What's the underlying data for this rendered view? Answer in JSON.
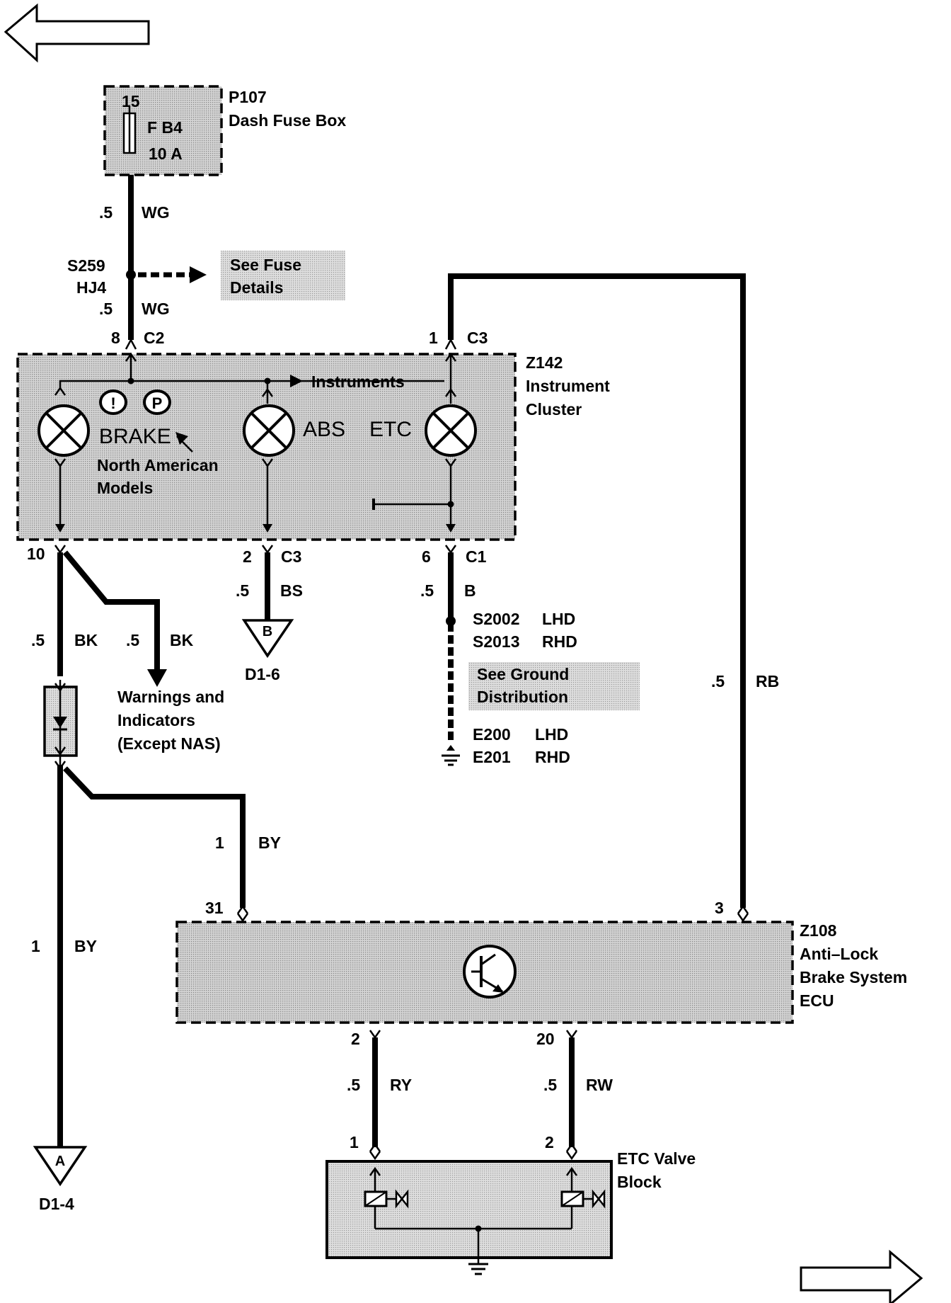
{
  "nav": {
    "prev_arrow": "arrow-left-icon",
    "next_arrow": "arrow-right-icon"
  },
  "fuse_box": {
    "pin": "15",
    "fuse": "F B4",
    "rating": "10 A",
    "id": "P107",
    "name": "Dash Fuse Box"
  },
  "wires": {
    "w1_size": ".5",
    "w1_color": "WG",
    "splice_id": "S259",
    "splice_code": "HJ4",
    "w2_size": ".5",
    "w2_color": "WG",
    "rb_size": ".5",
    "rb_color": "RB",
    "bk1_size": ".5",
    "bk1_color": "BK",
    "bk2_size": ".5",
    "bk2_color": "BK",
    "bs_size": ".5",
    "bs_color": "BS",
    "b_size": ".5",
    "b_color": "B",
    "by1_size": "1",
    "by1_color": "BY",
    "by2_size": "1",
    "by2_color": "BY",
    "ry_size": ".5",
    "ry_color": "RY",
    "rw_size": ".5",
    "rw_color": "RW"
  },
  "fuse_note": {
    "line1": "See Fuse",
    "line2": "Details"
  },
  "cluster": {
    "id": "Z142",
    "name1": "Instrument",
    "name2": "Cluster",
    "c2_pin": "8",
    "c2": "C2",
    "c3_top_pin": "1",
    "c3_top": "C3",
    "instruments": "Instruments",
    "brake": "BRAKE",
    "abs": "ABS",
    "etc": "ETC",
    "na_line1": "North American",
    "na_line2": "Models",
    "icon_excl": "!",
    "icon_p": "P",
    "pin10": "10",
    "c3_bot_pin": "2",
    "c3_bot": "C3",
    "c1_pin": "6",
    "c1": "C1"
  },
  "grounds": {
    "b_label": "B",
    "b_ref": "D1-6",
    "a_label": "A",
    "a_ref": "D1-4",
    "s1": "S2002",
    "s1_side": "LHD",
    "s2": "S2013",
    "s2_side": "RHD",
    "note1": "See Ground",
    "note2": "Distribution",
    "e1": "E200",
    "e1_side": "LHD",
    "e2": "E201",
    "e2_side": "RHD"
  },
  "warnings": {
    "line1": "Warnings and",
    "line2": "Indicators",
    "line3": "(Except NAS)"
  },
  "ecu": {
    "id": "Z108",
    "name1": "Anti–Lock",
    "name2": "Brake System",
    "name3": "ECU",
    "pin31": "31",
    "pin3": "3",
    "pin2": "2",
    "pin20": "20"
  },
  "valve": {
    "name1": "ETC Valve",
    "name2": "Block",
    "pin1": "1",
    "pin2": "2"
  }
}
